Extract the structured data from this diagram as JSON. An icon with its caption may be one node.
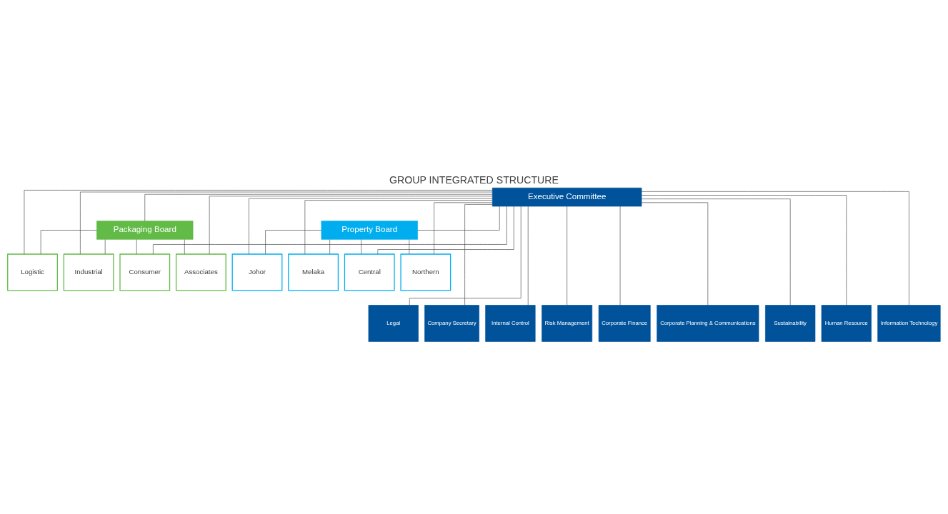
{
  "diagram": {
    "title": "GROUP INTEGRATED STRUCTURE",
    "nodes": [
      {
        "text": [
          "Executive Committee"
        ]
      },
      {
        "text": [
          "Packaging Board"
        ]
      },
      {
        "text": [
          "Property Board"
        ]
      },
      {
        "text": [
          "Logistic"
        ]
      },
      {
        "text": [
          "Industrial"
        ]
      },
      {
        "text": [
          "Consumer"
        ]
      },
      {
        "text": [
          "Associates"
        ]
      },
      {
        "text": [
          "Johor"
        ]
      },
      {
        "text": [
          "Melaka"
        ]
      },
      {
        "text": [
          "Central"
        ]
      },
      {
        "text": [
          "Northern"
        ]
      },
      {
        "text": [
          "Legal"
        ]
      },
      {
        "text": [
          "Company Secretary"
        ]
      },
      {
        "text": [
          "Internal Control"
        ]
      },
      {
        "text": [
          "Risk Management"
        ]
      },
      {
        "text": [
          "Corporate Finance"
        ]
      },
      {
        "text": [
          "Corporate Planning & Communications"
        ]
      },
      {
        "text": [
          "Sustainability"
        ]
      },
      {
        "text": [
          "Human Resource"
        ]
      },
      {
        "text": [
          "Information Technology"
        ]
      }
    ],
    "edges": [
      {
        "from": 0,
        "to": 1,
        "arrow": "none"
      },
      {
        "from": 0,
        "to": 2,
        "arrow": "none"
      },
      {
        "from": 1,
        "to": 3,
        "arrow": "none"
      },
      {
        "from": 1,
        "to": 4,
        "arrow": "none"
      },
      {
        "from": 1,
        "to": 5,
        "arrow": "none"
      },
      {
        "from": 1,
        "to": 6,
        "arrow": "none"
      },
      {
        "from": 2,
        "to": 7,
        "arrow": "none"
      },
      {
        "from": 2,
        "to": 8,
        "arrow": "none"
      },
      {
        "from": 2,
        "to": 9,
        "arrow": "none"
      },
      {
        "from": 2,
        "to": 10,
        "arrow": "none"
      },
      {
        "from": 3,
        "to": 0,
        "arrow": "none"
      },
      {
        "from": 4,
        "to": 0,
        "arrow": "none"
      },
      {
        "from": 5,
        "to": 0,
        "arrow": "none"
      },
      {
        "from": 6,
        "to": 0,
        "arrow": "none"
      },
      {
        "from": 7,
        "to": 0,
        "arrow": "none"
      },
      {
        "from": 8,
        "to": 0,
        "arrow": "none"
      },
      {
        "from": 9,
        "to": 0,
        "arrow": "none"
      },
      {
        "from": 10,
        "to": 0,
        "arrow": "none"
      },
      {
        "from": 0,
        "to": 11,
        "arrow": "none"
      },
      {
        "from": 0,
        "to": 12,
        "arrow": "none"
      },
      {
        "from": 0,
        "to": 13,
        "arrow": "none"
      },
      {
        "from": 0,
        "to": 14,
        "arrow": "none"
      },
      {
        "from": 0,
        "to": 15,
        "arrow": "none"
      },
      {
        "from": 0,
        "to": 16,
        "arrow": "none"
      },
      {
        "from": 0,
        "to": 17,
        "arrow": "none"
      },
      {
        "from": 0,
        "to": 18,
        "arrow": "none"
      },
      {
        "from": 0,
        "to": 19,
        "arrow": "none"
      }
    ]
  }
}
